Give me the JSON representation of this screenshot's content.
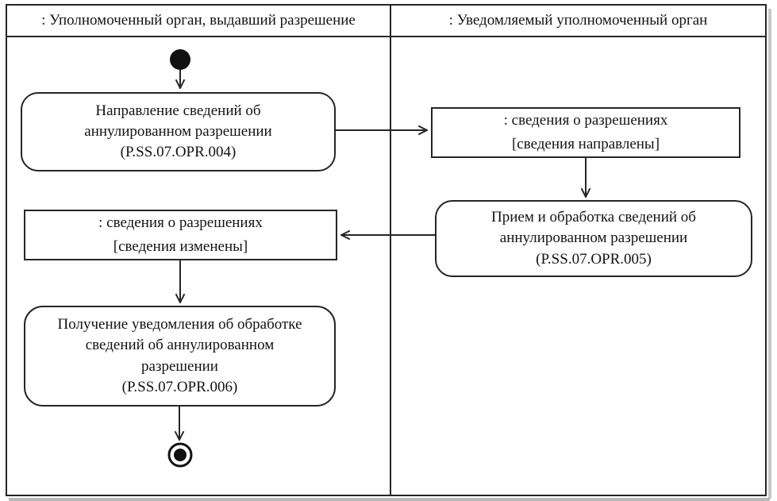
{
  "diagram": {
    "type": "uml-activity-swimlane",
    "lanes": [
      {
        "title": ": Уполномоченный орган, выдавший разрешение"
      },
      {
        "title": ": Уведомляемый уполномоченный орган"
      }
    ],
    "nodes": {
      "start": {
        "icon": "initial-node-filled-circle"
      },
      "activity_004": {
        "label": "Направление сведений об\nаннулированном разрешении\n(P.SS.07.OPR.004)"
      },
      "object_sent": {
        "title": ": сведения о разрешениях",
        "state": "[сведения направлены]"
      },
      "activity_005": {
        "label": "Прием и обработка сведений об\nаннулированном разрешении\n(P.SS.07.OPR.005)"
      },
      "object_changed": {
        "title": ": сведения о разрешениях",
        "state": "[сведения изменены]"
      },
      "activity_006": {
        "label": "Получение уведомления об обработке\nсведений об аннулированном\nразрешении\n(P.SS.07.OPR.006)"
      },
      "end": {
        "icon": "activity-final-node-bullseye"
      }
    },
    "colors": {
      "line": "#262626",
      "text": "#141414",
      "background": "#ffffff"
    }
  }
}
